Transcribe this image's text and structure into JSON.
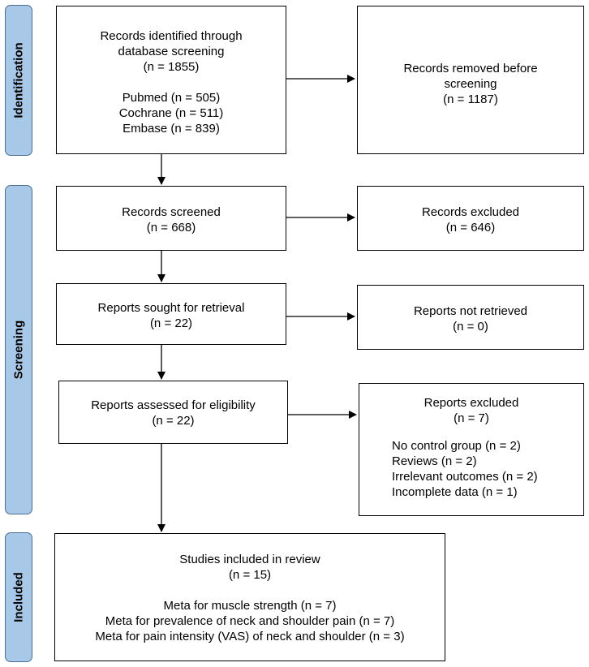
{
  "phases": {
    "identification": "Identification",
    "screening": "Screening",
    "included": "Included"
  },
  "identified": {
    "line1": "Records identified through",
    "line2": "database screening",
    "count": "(n = 1855)",
    "sources": [
      "Pubmed (n = 505)",
      "Cochrane (n = 511)",
      "Embase (n = 839)"
    ]
  },
  "removed": {
    "line1": "Records removed before",
    "line2": "screening",
    "count": "(n = 1187)"
  },
  "screened": {
    "label": "Records screened",
    "count": "(n = 668)"
  },
  "excluded": {
    "label": "Records excluded",
    "count": "(n = 646)"
  },
  "sought": {
    "label": "Reports sought for retrieval",
    "count": "(n = 22)"
  },
  "not_retrieved": {
    "label": "Reports not retrieved",
    "count": "(n = 0)"
  },
  "assessed": {
    "label": "Reports assessed for eligibility",
    "count": "(n = 22)"
  },
  "reports_excluded": {
    "label": "Reports excluded",
    "count": "(n = 7)",
    "reasons": [
      "No control group (n = 2)",
      "Reviews (n = 2)",
      "Irrelevant outcomes (n = 2)",
      "Incomplete data (n = 1)"
    ]
  },
  "included": {
    "label": "Studies included in review",
    "count": "(n = 15)",
    "metas": [
      "Meta for muscle strength (n = 7)",
      "Meta for prevalence of neck and shoulder pain (n = 7)",
      "Meta for pain intensity (VAS) of neck and shoulder (n = 3)"
    ]
  }
}
